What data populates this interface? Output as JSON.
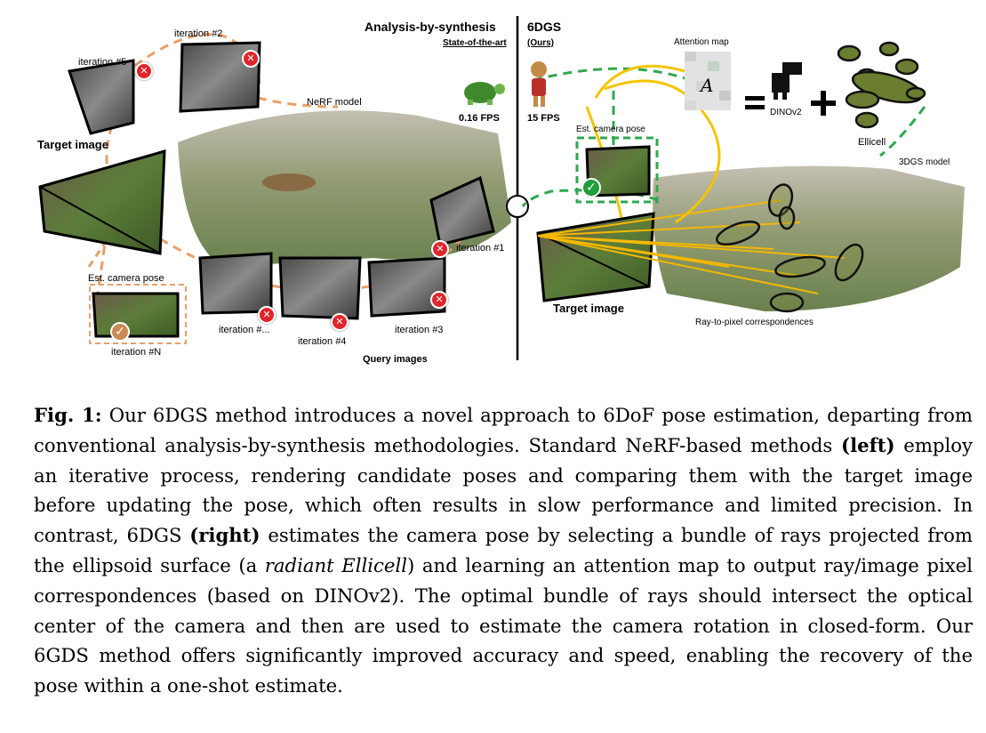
{
  "figure": {
    "left_heading": "Analysis-by-synthesis",
    "left_subheading": "State-of-the-art",
    "right_heading": "6DGS",
    "right_subheading": "(Ours)",
    "fps_left": "0.16 FPS",
    "fps_right": "15 FPS",
    "labels": {
      "iteration_5": "iteration #5",
      "iteration_2": "iteration #2",
      "iteration_1": "iteration #1",
      "iteration_3": "iteration #3",
      "iteration_4": "iteration #4",
      "iteration_dots": "iteration #...",
      "iteration_n": "iteration #N",
      "nerf_model": "NeRF model",
      "target_image_left": "Target image",
      "est_pose_left": "Est. camera pose",
      "query_images": "Query images",
      "attention_map": "Attention map",
      "attention_symbol": "A",
      "dinov2": "DINOv2",
      "ellicell": "Ellicell",
      "est_pose_right": "Est. camera pose",
      "model_3dgs": "3DGS model",
      "target_image_right": "Target image",
      "ray_pixel": "Ray-to-pixel correspondences",
      "switch_symbol": "<>",
      "equals": "=",
      "plus": "+"
    },
    "colors": {
      "orange_dashed": "#e8a06a",
      "green_dashed": "#2fa84f",
      "ray_yellow": "#f5b800",
      "reject_red": "#e0262b",
      "accept_green": "#1f9e3a"
    },
    "icons": [
      "turtle-icon",
      "runner-icon",
      "dino-icon",
      "check-icon",
      "cross-icon"
    ]
  },
  "caption": {
    "label": "Fig. 1:",
    "seg1": " Our 6DGS method introduces a novel approach to 6DoF pose estimation, departing from conventional analysis-by-synthesis methodologies. Standard NeRF-based methods ",
    "left": "(left)",
    "seg2": " employ an iterative process, rendering candidate poses and comparing them with the target image before updating the pose, which often results in slow performance and limited precision. In contrast, 6DGS ",
    "right": "(right)",
    "seg3": " estimates the camera pose by selecting a bundle of rays projected from the ellipsoid surface (a ",
    "radiant": "radiant Ellicell",
    "seg4": ") and learning an attention map to output ray/image pixel correspondences (based on DINOv2). The optimal bundle of rays should intersect the optical center of the camera and then are used to estimate the camera rotation in closed-form. Our 6GDS method offers significantly improved accuracy and speed, enabling the recovery of the pose within a one-shot estimate."
  }
}
